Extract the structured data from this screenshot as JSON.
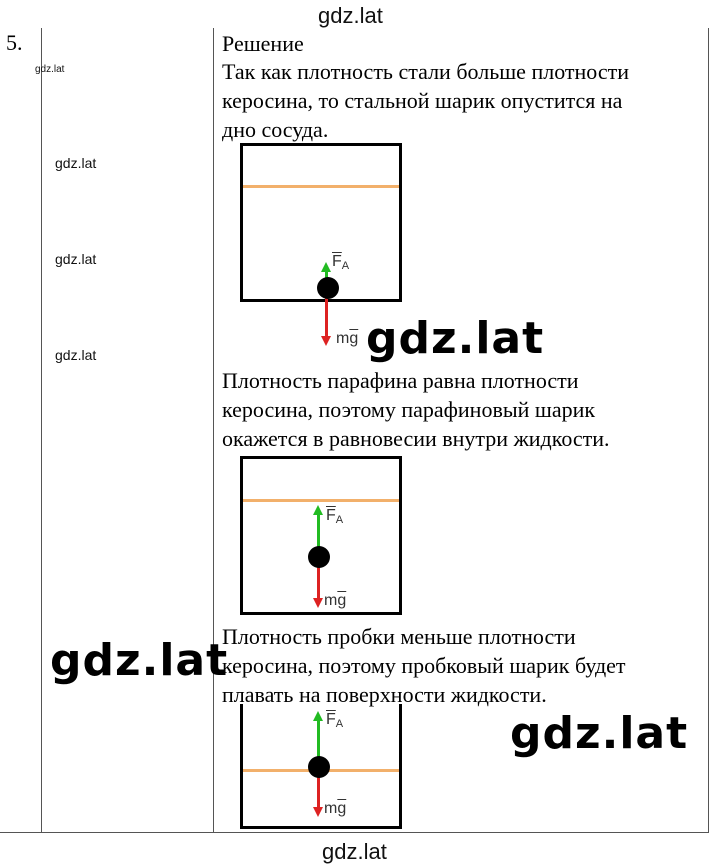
{
  "watermarks": {
    "top": "gdz.lat",
    "tiny": "gdz.lat",
    "left_1": "gdz.lat",
    "left_2": "gdz.lat",
    "left_3": "gdz.lat",
    "big_1": "gdz.lat",
    "big_2": "gdz.lat",
    "big_3": "gdz.lat",
    "bottom": "gdz.lat"
  },
  "task": {
    "number": "5.",
    "heading": "Решение",
    "para1": [
      "Так как плотность стали больше плотности",
      "керосина, то стальной шарик опустится на",
      "дно сосуда."
    ],
    "para2": [
      "Плотность парафина равна плотности",
      "керосина, поэтому парафиновый шарик",
      "окажется в равновесии внутри жидкости."
    ],
    "para3": [
      "Плотность пробки меньше плотности",
      "керосина, поэтому пробковый шарик будет",
      "плавать на поверхности жидкости."
    ]
  },
  "labels": {
    "buoyant_force": "F",
    "buoyant_sub": "A",
    "gravity_m": "m",
    "gravity_g": "g"
  },
  "colors": {
    "kerosene_line": "#f2b06b",
    "buoyant_arrow": "#22bb22",
    "gravity_arrow": "#dd2222"
  }
}
